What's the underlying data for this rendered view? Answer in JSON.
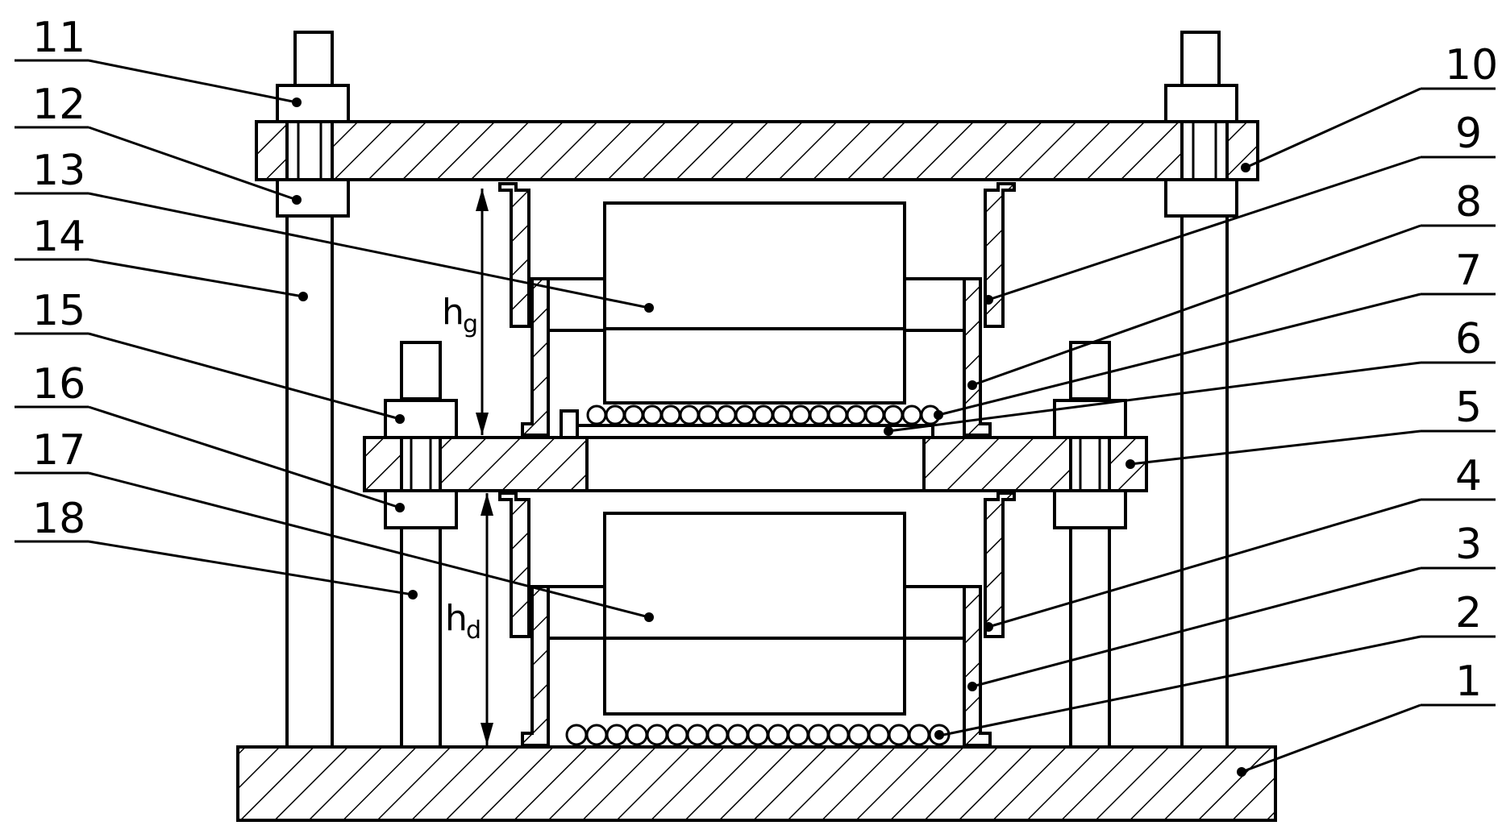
{
  "labels": [
    {
      "id": "1",
      "text": "1"
    },
    {
      "id": "2",
      "text": "2"
    },
    {
      "id": "3",
      "text": "3"
    },
    {
      "id": "4",
      "text": "4"
    },
    {
      "id": "5",
      "text": "5"
    },
    {
      "id": "6",
      "text": "6"
    },
    {
      "id": "7",
      "text": "7"
    },
    {
      "id": "8",
      "text": "8"
    },
    {
      "id": "9",
      "text": "9"
    },
    {
      "id": "10",
      "text": "10"
    },
    {
      "id": "11",
      "text": "11"
    },
    {
      "id": "12",
      "text": "12"
    },
    {
      "id": "13",
      "text": "13"
    },
    {
      "id": "14",
      "text": "14"
    },
    {
      "id": "15",
      "text": "15"
    },
    {
      "id": "16",
      "text": "16"
    },
    {
      "id": "17",
      "text": "17"
    },
    {
      "id": "18",
      "text": "18"
    }
  ],
  "dimensions": {
    "upper_height": {
      "main": "h",
      "sub": "g"
    },
    "lower_height": {
      "main": "h",
      "sub": "d"
    }
  },
  "colors": {
    "line": "#000000",
    "background": "#ffffff"
  }
}
